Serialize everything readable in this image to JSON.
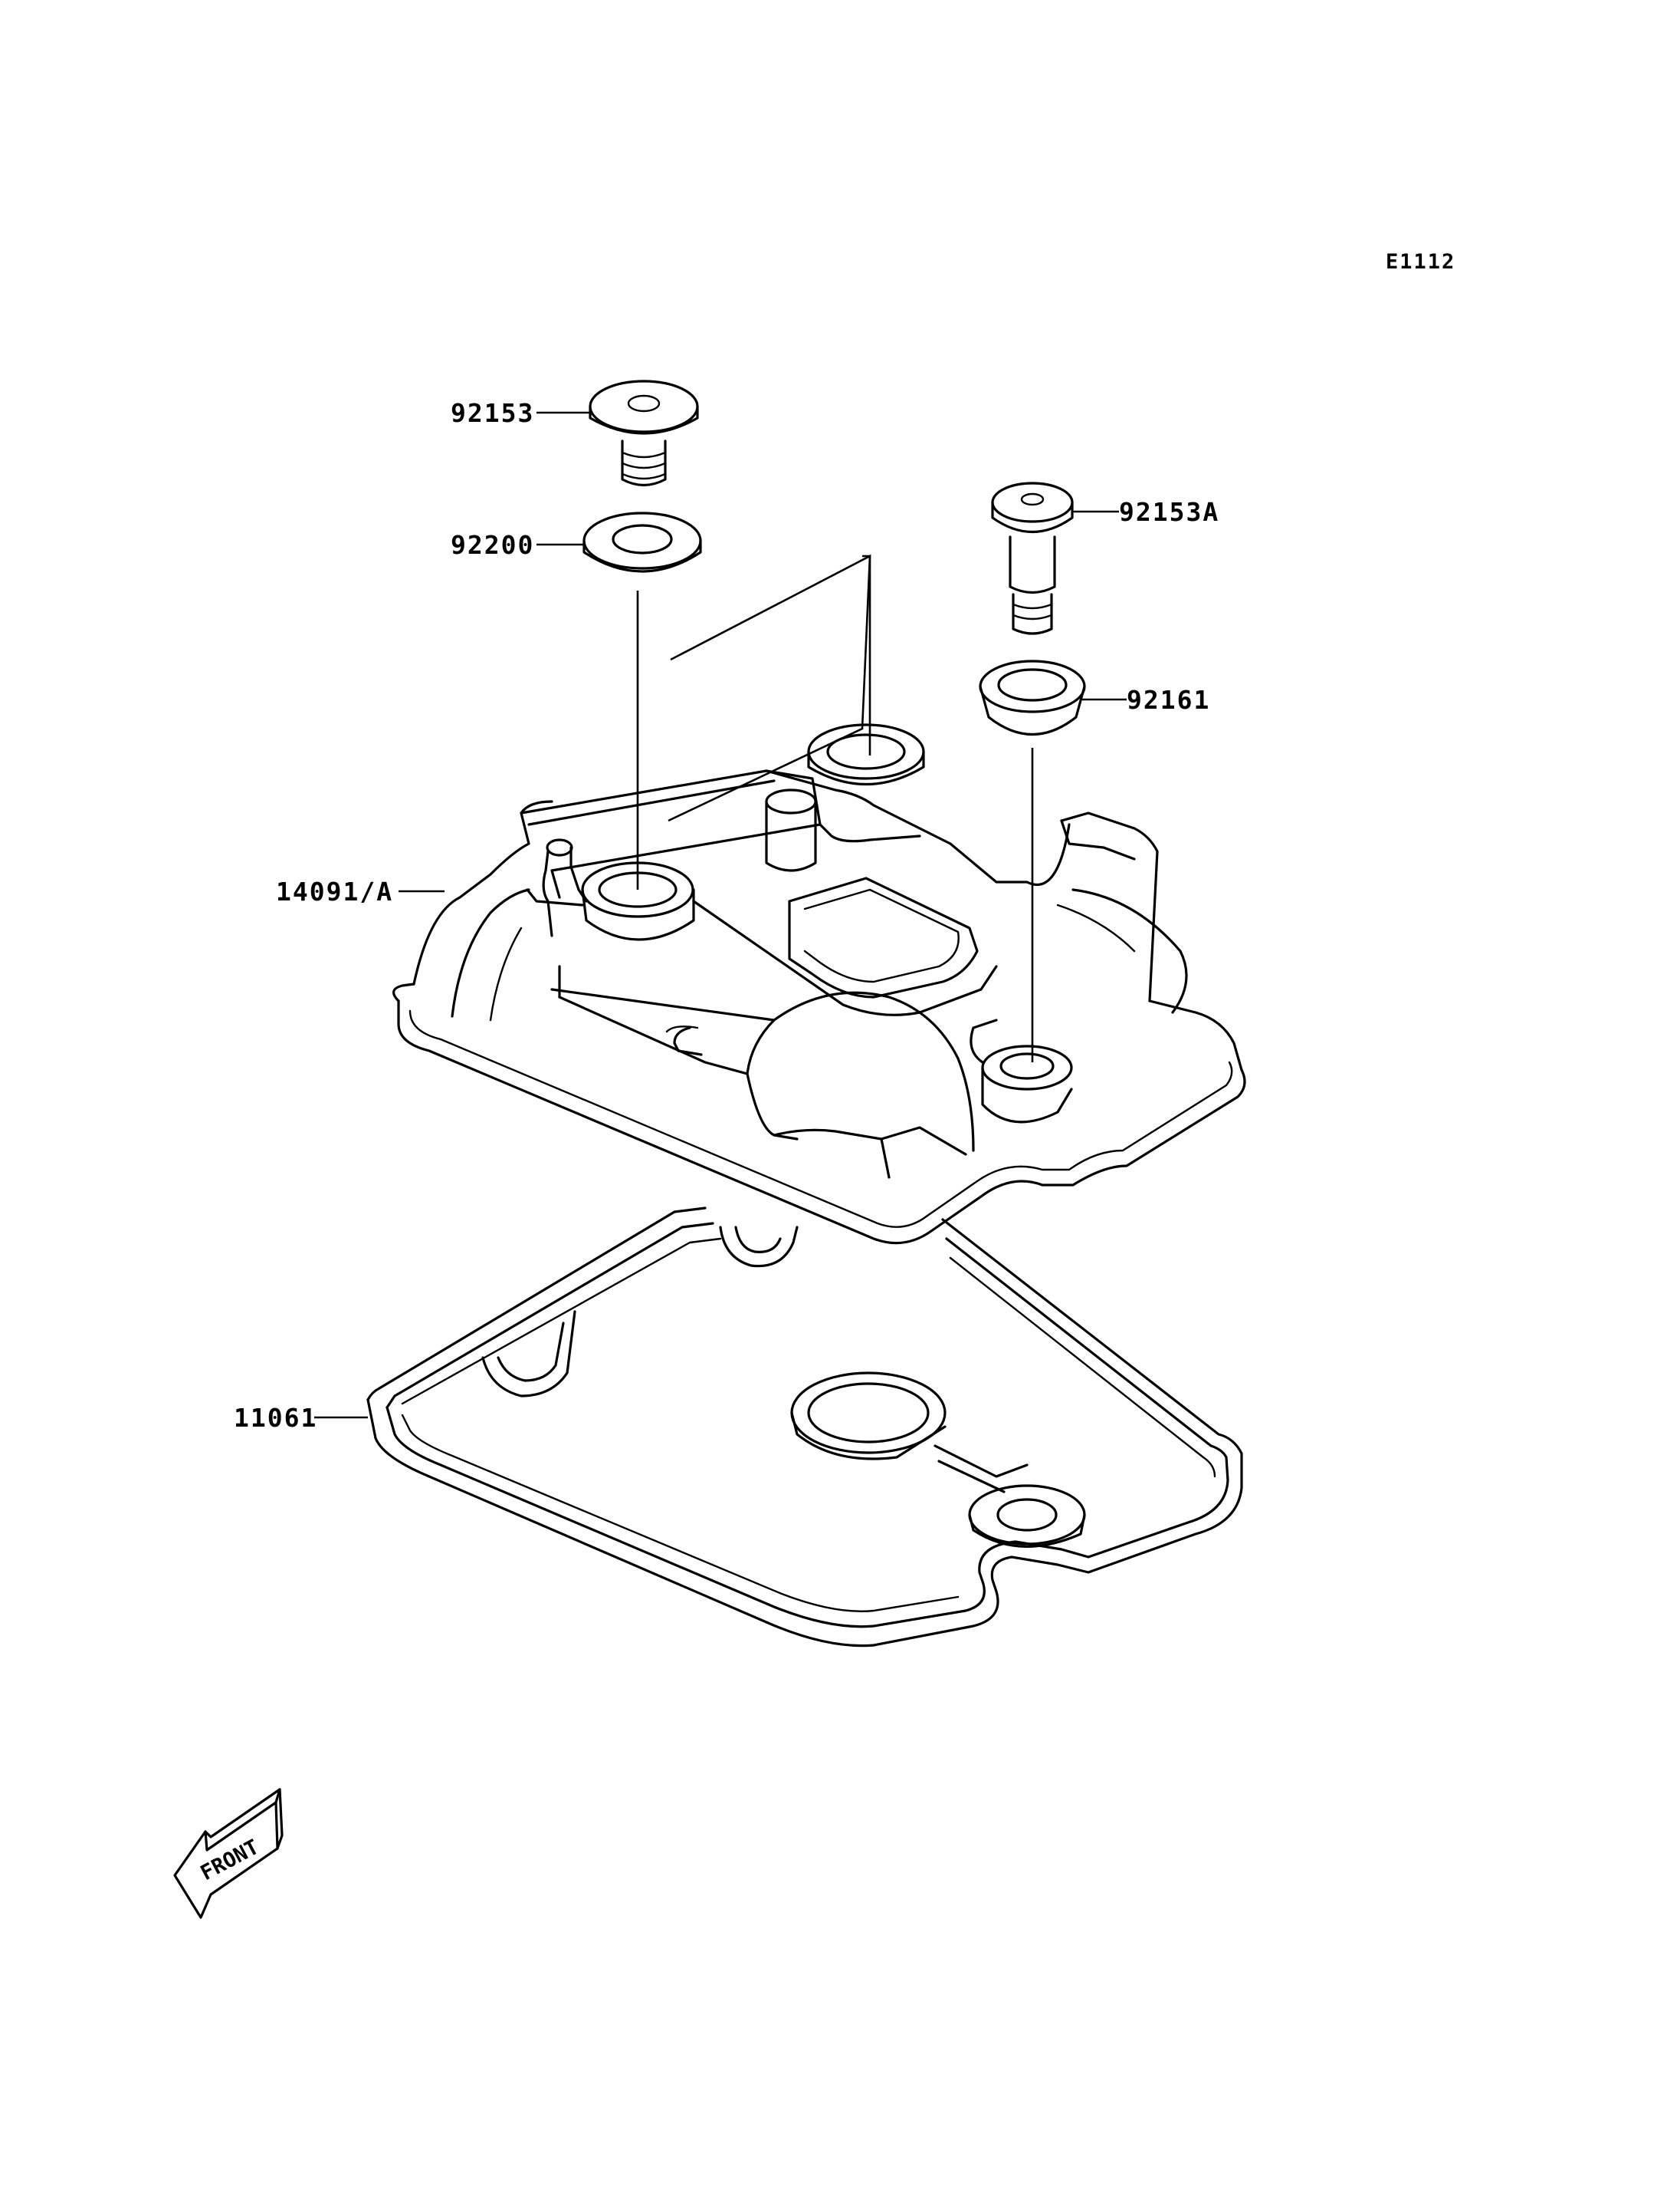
{
  "diagram_code": "E1112",
  "parts": {
    "bolt": "92153",
    "washer": "92200",
    "bolt_a": "92153A",
    "grommet": "92161",
    "cover": "14091/A",
    "gasket": "11061"
  },
  "front_label": "FRONT"
}
